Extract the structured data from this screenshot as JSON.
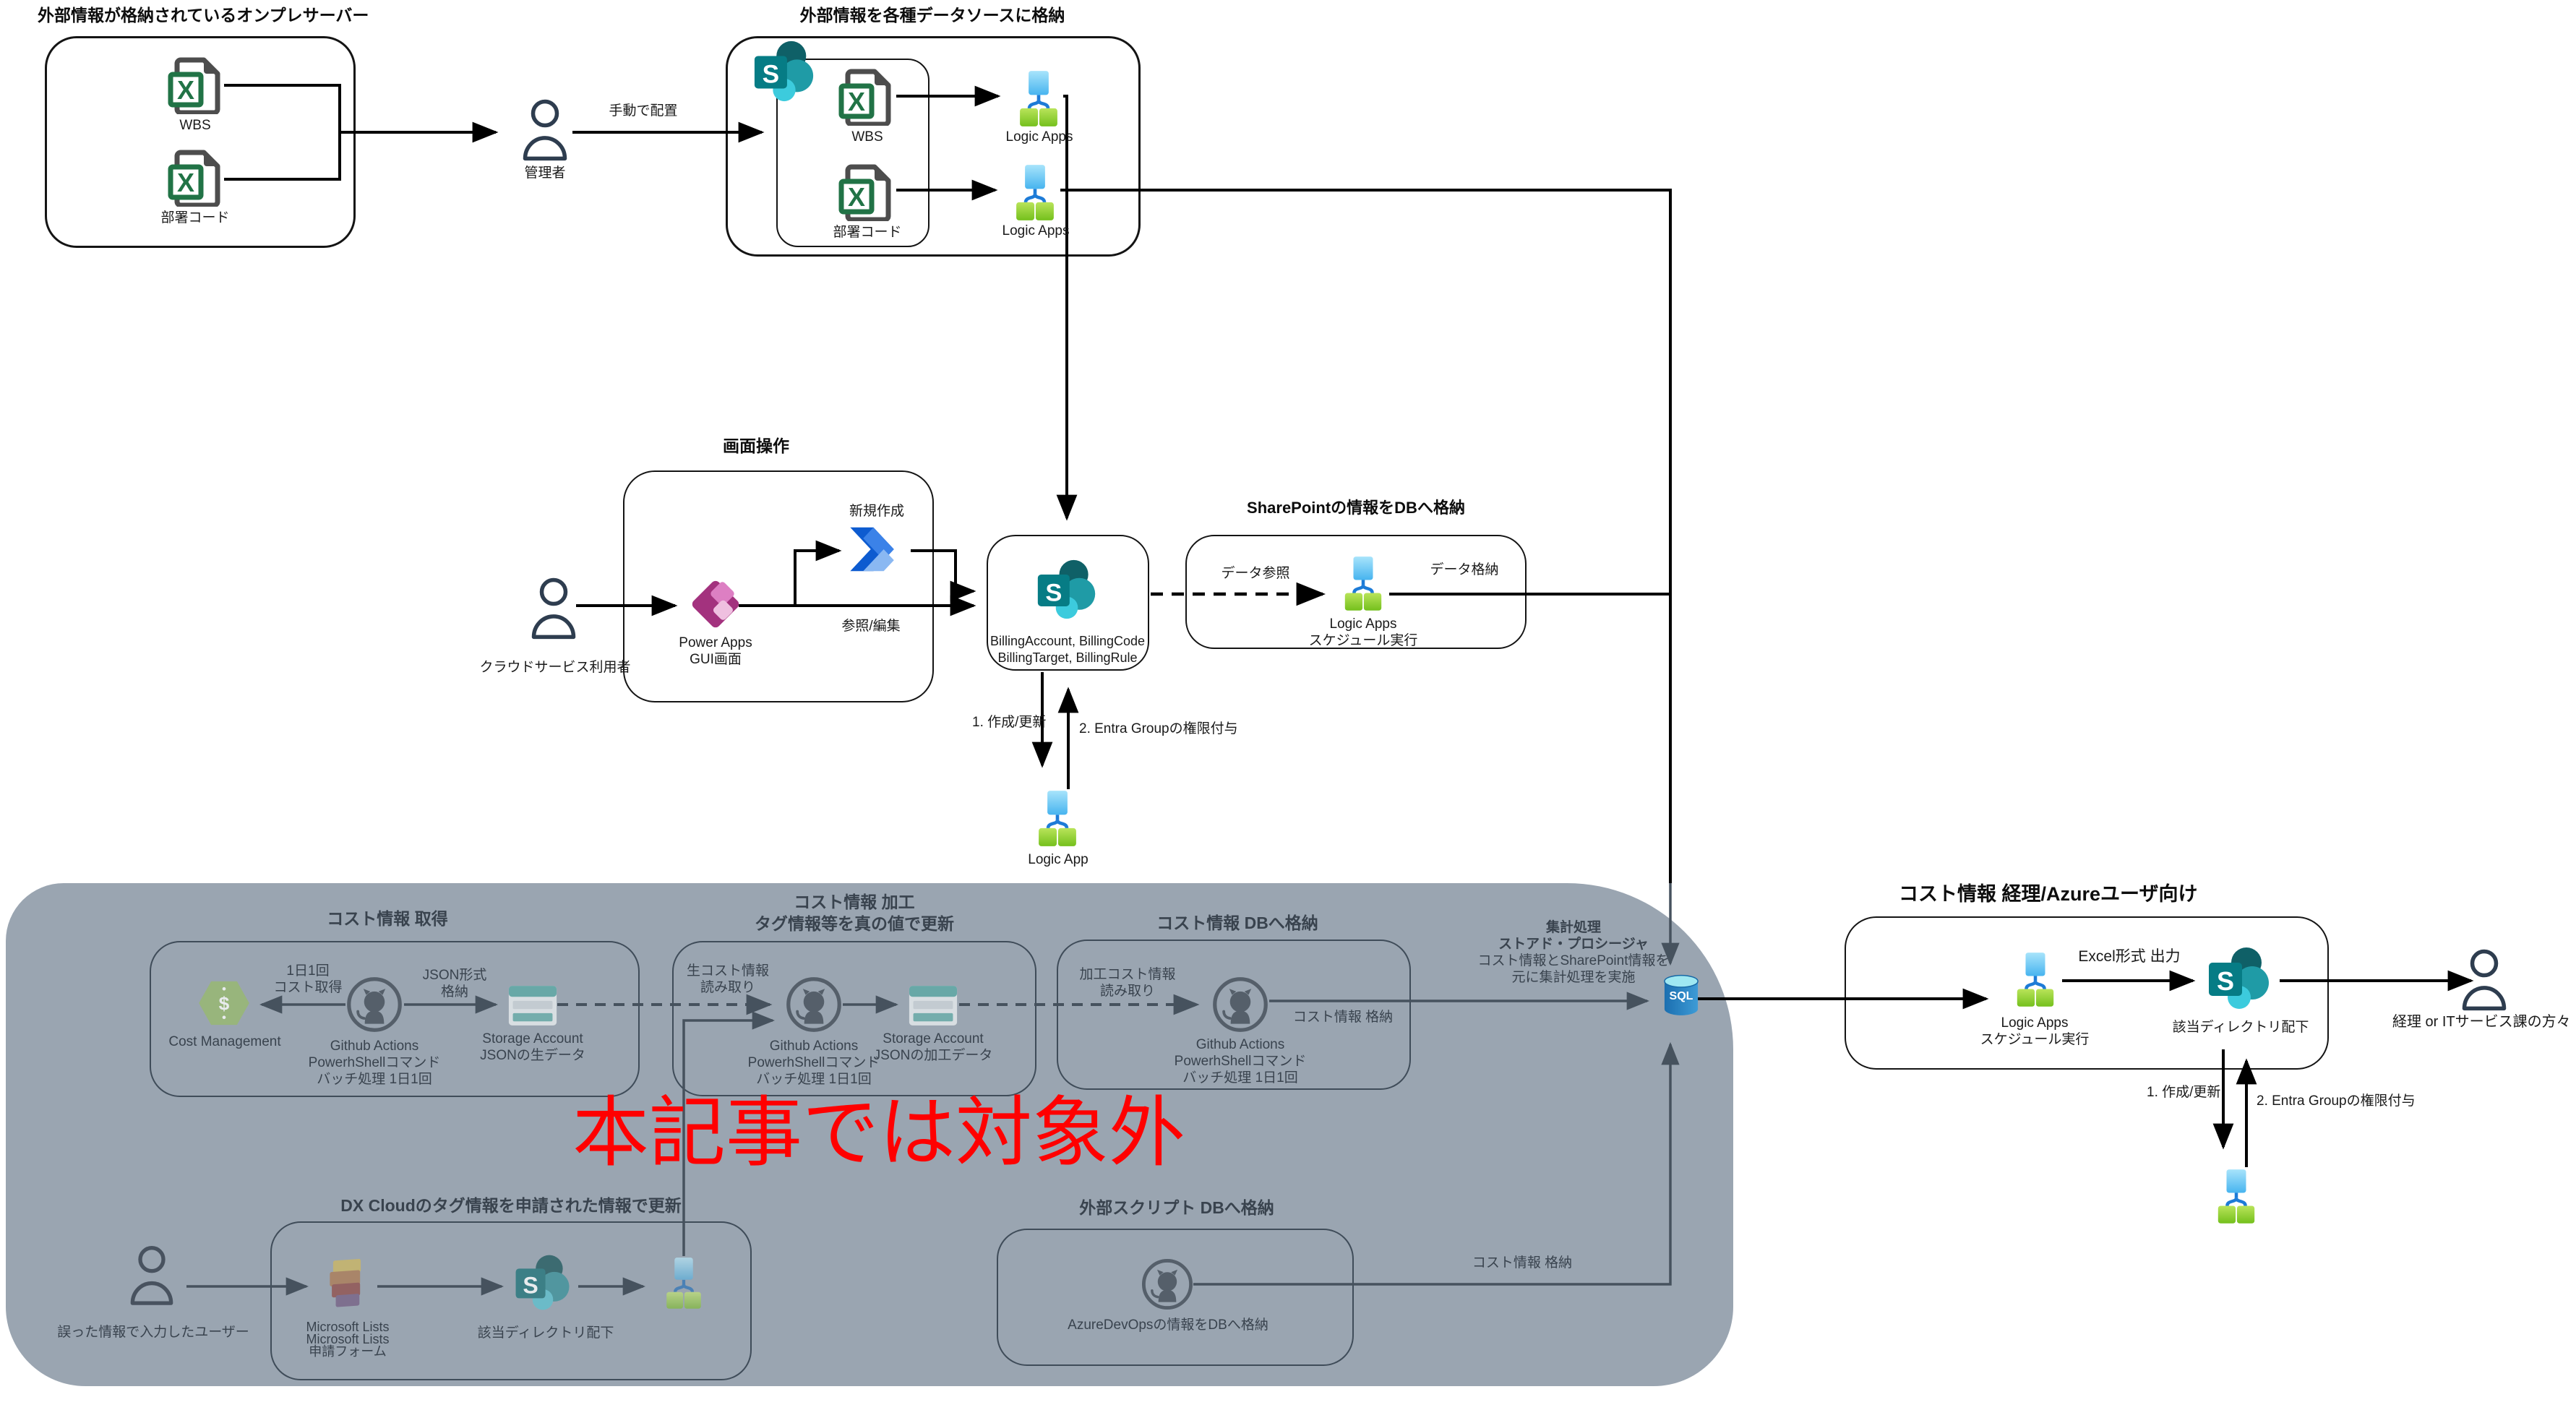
{
  "colors": {
    "canvas": "#ffffff",
    "gray_region": "#9aa5b1",
    "line": "#000000",
    "gray_line": "#46525e",
    "red_note": "#ff0000",
    "excel_green": "#217346",
    "sharepoint_teal": "#067c85",
    "logic_apps_blue": "#4db8f0",
    "logic_apps_green": "#8ccf36",
    "power_apps_pink": "#a3327e",
    "power_automate_blue": "#0d5bd0",
    "sql_blue": "#2285c8",
    "cost_mgmt_green": "#8fbf53"
  },
  "icons": [
    "excel-file-icon",
    "sharepoint-icon",
    "logic-apps-icon",
    "power-apps-icon",
    "power-automate-icon",
    "person-icon",
    "github-actions-icon",
    "storage-account-icon",
    "sql-database-icon",
    "cost-management-icon",
    "microsoft-lists-icon"
  ],
  "onprem": {
    "title": "外部情報が格納されているオンプレサーバー",
    "wbs": "WBS",
    "dept": "部署コード"
  },
  "admin": {
    "label": "管理者",
    "manual": "手動で配置"
  },
  "datasource": {
    "title": "外部情報を各種データソースに格納",
    "wbs": "WBS",
    "dept": "部署コード",
    "logic_apps_1": "Logic Apps",
    "logic_apps_2": "Logic Apps"
  },
  "screen": {
    "title": "画面操作",
    "user": "クラウドサービス利用者",
    "power_apps": "Power Apps",
    "gui": "GUI画面",
    "create_new": "新規作成",
    "view_edit": "参照/編集"
  },
  "billing": {
    "line1": "BillingAccount, BillingCode",
    "line2": "BillingTarget, BillingRule",
    "create_update": "1. 作成/更新",
    "entra": "2. Entra Groupの権限付与",
    "logic_app": "Logic App"
  },
  "spdb": {
    "title": "SharePointの情報をDBへ格納",
    "data_ref": "データ参照",
    "data_store": "データ格納",
    "logic_apps": "Logic Apps",
    "schedule": "スケジュール実行"
  },
  "note": {
    "excluded": "本記事では対象外"
  },
  "cost_get": {
    "title": "コスト情報 取得",
    "cost_mgmt": "Cost Management",
    "freq1": "1日1回",
    "freq2": "コスト取得",
    "json1": "JSON形式",
    "json2": "格納",
    "github1": "Github Actions",
    "github2": "PowerhShellコマンド",
    "github3": "バッチ処理 1日1回",
    "storage1": "Storage Account",
    "storage2": "JSONの生データ"
  },
  "cost_proc": {
    "title1": "コスト情報 加工",
    "title2": "タグ情報等を真の値で更新",
    "read1": "生コスト情報",
    "read2": "読み取り",
    "github1": "Github Actions",
    "github2": "PowerhShellコマンド",
    "github3": "バッチ処理 1日1回",
    "storage1": "Storage Account",
    "storage2": "JSONの加工データ"
  },
  "cost_db": {
    "title": "コスト情報 DBへ格納",
    "read1": "加工コスト情報",
    "read2": "読み取り",
    "github1": "Github Actions",
    "github2": "PowerhShellコマンド",
    "github3": "バッチ処理 1日1回",
    "store": "コスト情報 格納"
  },
  "agg": {
    "line1": "集計処理",
    "line2": "ストアド・プロシージャ",
    "line3": "コスト情報とSharePoint情報を",
    "line4": "元に集計処理を実施",
    "sql": "SQL"
  },
  "dx": {
    "title": "DX Cloudのタグ情報を申請された情報で更新",
    "user": "誤った情報で入力したユーザー",
    "lists1": "Microsoft Lists",
    "lists2": "Microsoft Lists",
    "lists3": "申請フォーム",
    "dir": "該当ディレクトリ配下"
  },
  "ext": {
    "title": "外部スクリプト DBへ格納",
    "github": "AzureDevOpsの情報をDBへ格納",
    "store": "コスト情報 格納"
  },
  "report": {
    "title": "コスト情報 経理/Azureユーザ向け",
    "excel_out": "Excel形式 出力",
    "logic_apps": "Logic Apps",
    "schedule": "スケジュール実行",
    "dir": "該当ディレクトリ配下",
    "audience": "経理 or ITサービス課の方々",
    "create_update": "1. 作成/更新",
    "entra": "2. Entra Groupの権限付与"
  }
}
